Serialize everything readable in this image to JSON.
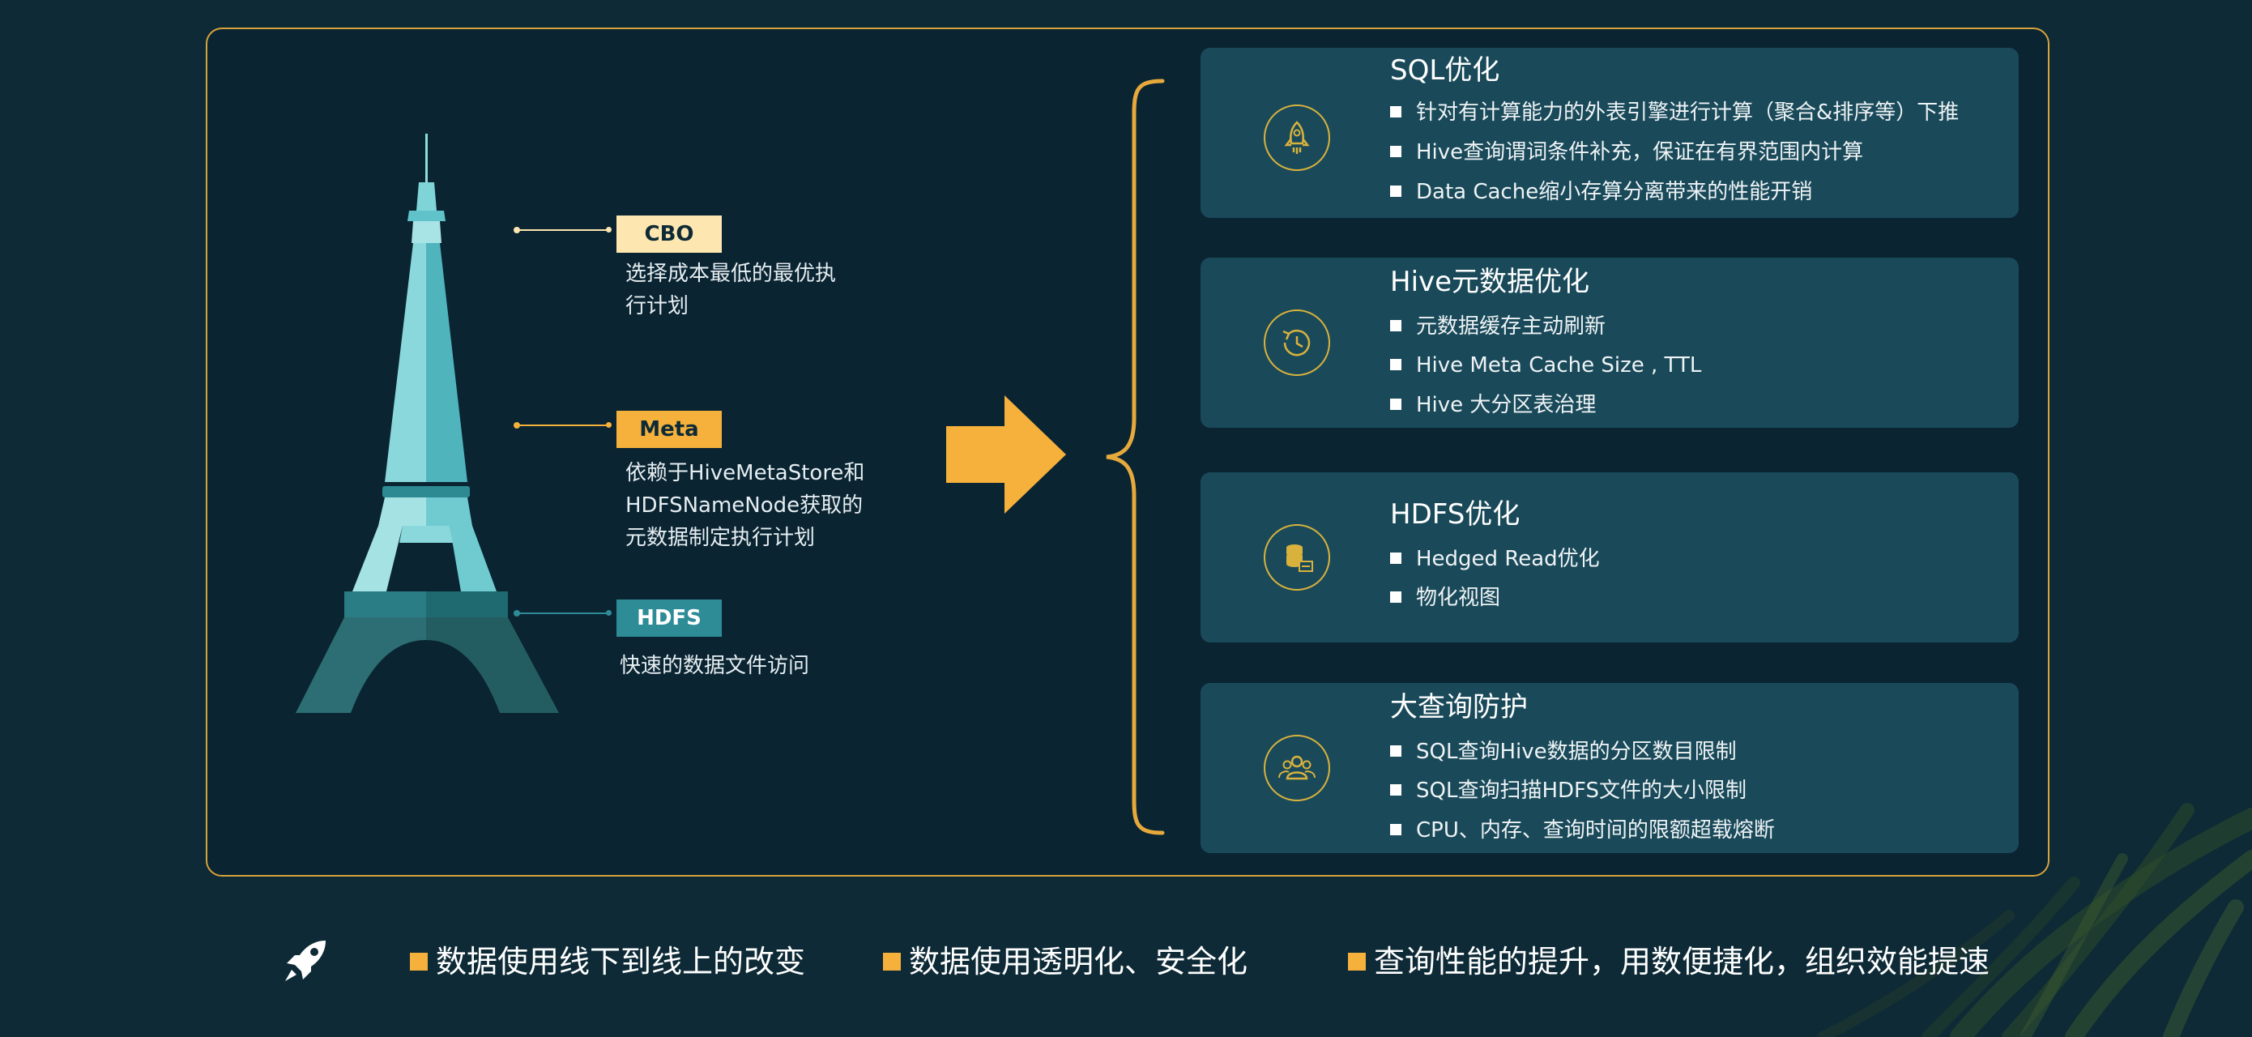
{
  "colors": {
    "background": "#0d2a36",
    "frame_border": "#d7a33b",
    "accent_orange": "#f5b13b",
    "card_bg": "#1a4a5a",
    "icon_ring": "#d9b23d",
    "tag_cbo": "#fde6b0",
    "tag_meta": "#f5b13b",
    "tag_hdfs": "#2e8c97"
  },
  "tower": {
    "tags": [
      {
        "label": "CBO",
        "desc_lines": [
          "选择成本最低的最优执",
          "行计划"
        ]
      },
      {
        "label": "Meta",
        "desc_lines": [
          "依赖于HiveMetaStore和",
          "HDFSNameNode获取的",
          "元数据制定执行计划"
        ]
      },
      {
        "label": "HDFS",
        "desc_lines": [
          "快速的数据文件访问"
        ]
      }
    ]
  },
  "cards": [
    {
      "icon": "rocket-icon",
      "title": "SQL优化",
      "items": [
        "针对有计算能力的外表引擎进行计算（聚合&排序等）下推",
        "Hive查询谓词条件补充，保证在有界范围内计算",
        "Data Cache缩小存算分离带来的性能开销"
      ]
    },
    {
      "icon": "history-clock-icon",
      "title": "Hive元数据优化",
      "items": [
        "元数据缓存主动刷新",
        "Hive Meta Cache Size , TTL",
        "Hive 大分区表治理"
      ]
    },
    {
      "icon": "database-icon",
      "title": "HDFS优化",
      "items": [
        "Hedged Read优化",
        "物化视图"
      ]
    },
    {
      "icon": "users-icon",
      "title": "大查询防护",
      "items": [
        "SQL查询Hive数据的分区数目限制",
        "SQL查询扫描HDFS文件的大小限制",
        "CPU、内存、查询时间的限额超载熔断"
      ]
    }
  ],
  "footer": {
    "icon": "rocket-icon",
    "items": [
      "数据使用线下到线上的改变",
      "数据使用透明化、安全化",
      "查询性能的提升，用数便捷化，组织效能提速"
    ]
  }
}
